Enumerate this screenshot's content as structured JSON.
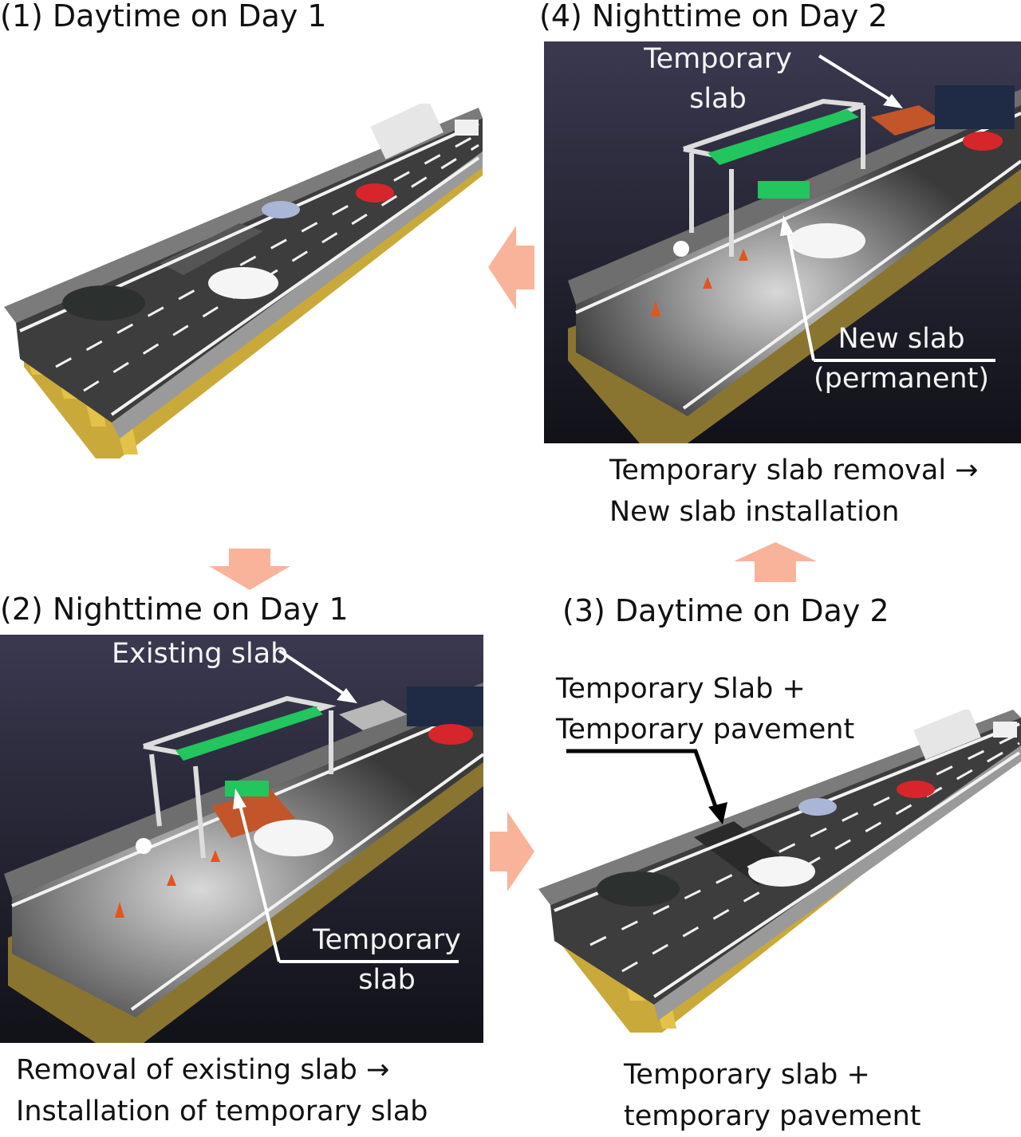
{
  "panels": {
    "p1": {
      "title": "(1) Daytime on Day 1"
    },
    "p2": {
      "title": "(2) Nighttime on Day 1",
      "label_existing": "Existing slab",
      "label_temp_1": "Temporary",
      "label_temp_2": "slab",
      "caption_1": "Removal of existing slab →",
      "caption_2": "Installation of temporary slab"
    },
    "p3": {
      "title": "(3) Daytime on Day 2",
      "label_1": "Temporary Slab +",
      "label_2": "Temporary pavement",
      "caption_1": "Temporary slab +",
      "caption_2": "temporary pavement"
    },
    "p4": {
      "title": "(4) Nighttime on Day 2",
      "label_temp_1": "Temporary",
      "label_temp_2": "slab",
      "label_new_1": "New slab",
      "label_new_2": "(permanent)",
      "caption_1": "Temporary slab removal →",
      "caption_2": "New slab installation"
    }
  },
  "colors": {
    "flow_arrow": "#f8b39a",
    "night_bg": "#2b2a3a",
    "road": "#4a4a4a",
    "girder": "#e3c24a",
    "gantry_beam": "#22c55e",
    "temp_slab": "#c2552a"
  }
}
